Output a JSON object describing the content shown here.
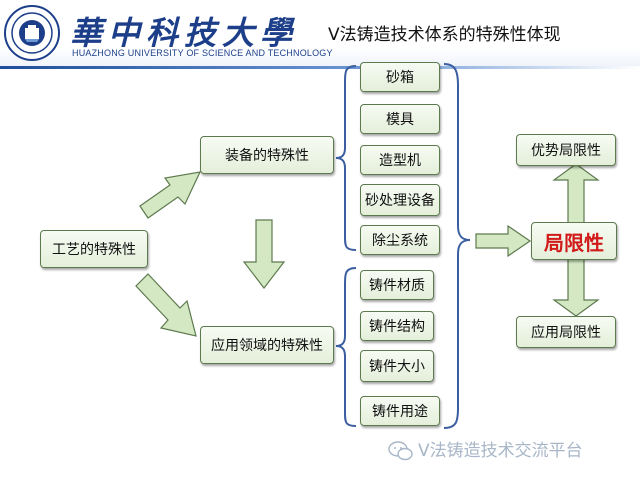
{
  "header": {
    "university_cn": "華中科技大學",
    "university_en": "HUAZHONG UNIVERSITY OF SCIENCE AND TECHNOLOGY",
    "slide_title": "V法铸造技术体系的特殊性体现"
  },
  "nodes": {
    "process": "工艺的特殊性",
    "equipment": "装备的特殊性",
    "application": "应用领域的特殊性",
    "sand_box": "砂箱",
    "mold": "模具",
    "molding_machine": "造型机",
    "sand_treatment": "砂处理设备",
    "dust_removal": "除尘系统",
    "casting_material": "铸件材质",
    "casting_structure": "铸件结构",
    "casting_size": "铸件大小",
    "casting_use": "铸件用途",
    "limitation": "局限性",
    "advantage_limitation": "优势局限性",
    "application_limitation": "应用局限性"
  },
  "watermark": {
    "text": "V法铸造技术交流平台",
    "icon": "wechat-icon"
  },
  "colors": {
    "box_border": "#5d7a4e",
    "box_fill": "#e4efda",
    "arrow_fill": "#d4e8c4",
    "arrow_stroke": "#5d7a4e",
    "brace": "#3b5ea0",
    "highlight_text": "#d11a1a",
    "brand_blue": "#1d3f8a"
  }
}
